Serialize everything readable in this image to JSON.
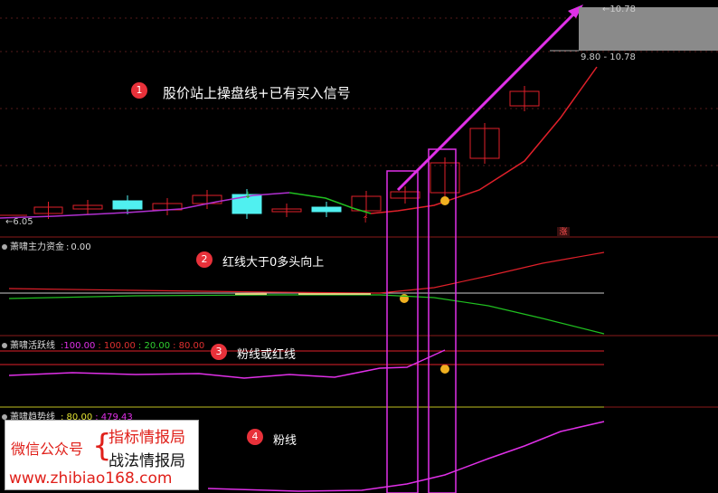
{
  "annotations": [
    {
      "num": "1",
      "text": "股价站上操盘线+已有买入信号"
    },
    {
      "num": "2",
      "text": "红线大于0多头向上"
    },
    {
      "num": "3",
      "text": "粉线或红线"
    },
    {
      "num": "4",
      "text": "粉线"
    }
  ],
  "price": {
    "top_label": "10.78",
    "range_label": "9.80 - 10.78",
    "low_label": "6.05"
  },
  "panels": {
    "p2": {
      "name": "萧啸主力资金",
      "sep": ":",
      "value": "0.00"
    },
    "p3": {
      "name": "萧啸活跃线",
      "values": [
        ":100.00",
        ": 100.00",
        ": 20.00",
        ": 80.00"
      ]
    },
    "p4": {
      "name": "萧啸趋势线",
      "values": [
        ": 80.00",
        ": 479.43"
      ]
    }
  },
  "marker_zhang": "涨",
  "watermark": {
    "a": "微信公众号",
    "b1": "指标情报局",
    "b2": "战法情报局",
    "url": "www.zhibiao168.com"
  },
  "colors": {
    "red": "#e0202a",
    "magenta": "#e030e8",
    "green": "#20c020",
    "cyan": "#50f0f0",
    "white": "#e8e8e8",
    "purple": "#c040d0",
    "grid": "#551a1a"
  }
}
